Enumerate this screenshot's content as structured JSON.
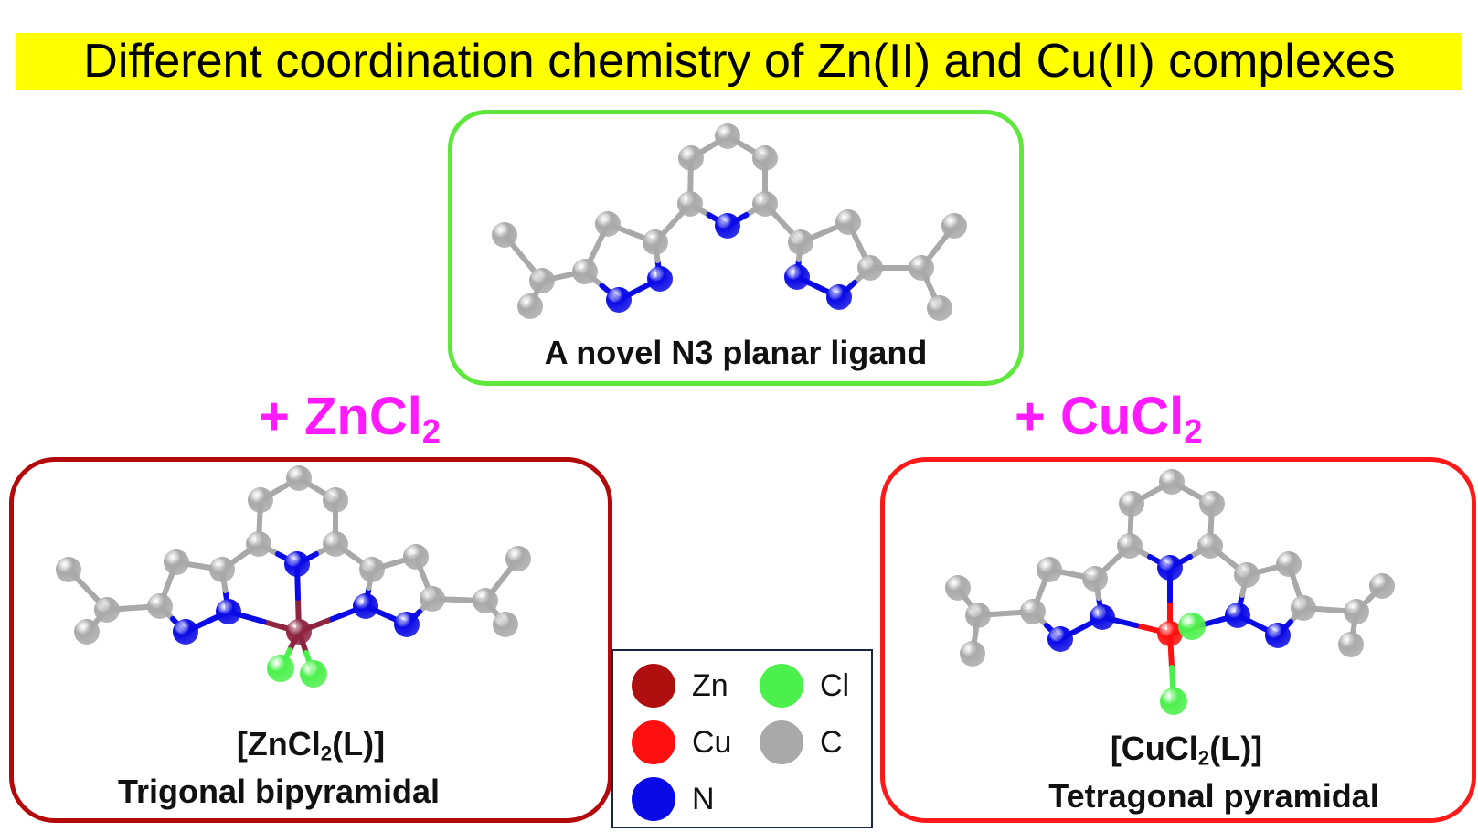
{
  "title": "Different coordination chemistry of Zn(II) and Cu(II) complexes",
  "ligand": {
    "caption": "A novel N3 planar ligand"
  },
  "zn": {
    "reagent_prefix": "+ ZnCl",
    "reagent_sub": "2",
    "formula_pre": "[ZnCl",
    "formula_sub": "2",
    "formula_post": "(L)]",
    "geometry": "Trigonal bipyramidal"
  },
  "cu": {
    "reagent_prefix": "+ CuCl",
    "reagent_sub": "2",
    "formula_pre": "[CuCl",
    "formula_sub": "2",
    "formula_post": "(L)]",
    "geometry": "Tetragonal pyramidal"
  },
  "legend": [
    {
      "label": "Zn",
      "color": "#b00f0f"
    },
    {
      "label": "Cl",
      "color": "#4cf04c"
    },
    {
      "label": "Cu",
      "color": "#ff1010"
    },
    {
      "label": "C",
      "color": "#a9a9a9"
    },
    {
      "label": "N",
      "color": "#0a0ae6"
    }
  ],
  "colors": {
    "carbon": "#a9a9a9",
    "nitrogen": "#0a0ae6",
    "zinc": "#8e2540",
    "copper": "#ff1010",
    "chlorine": "#4cf04c",
    "title_bg": "#ffff00",
    "reagent_text": "#ff1aff"
  }
}
